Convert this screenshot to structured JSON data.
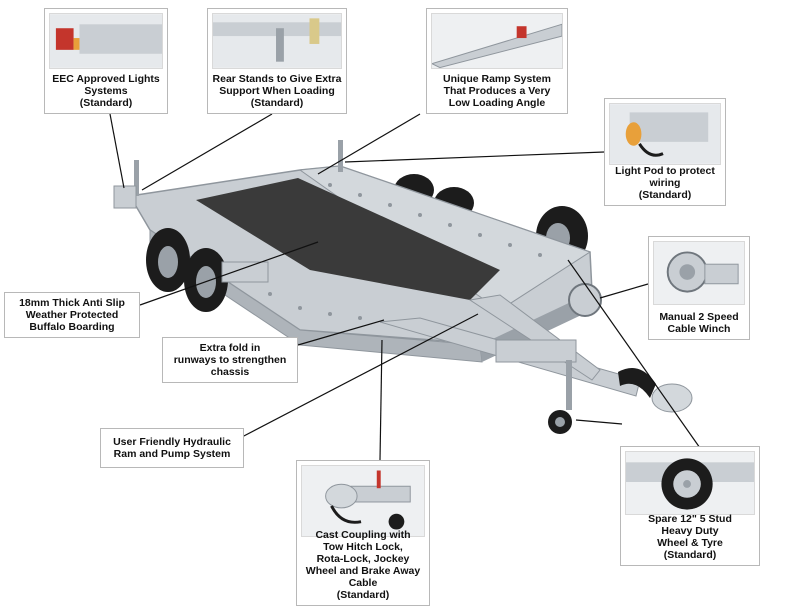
{
  "callouts": {
    "lights": "EEC Approved Lights\nSystems\n(Standard)",
    "rear_stands": "Rear Stands to Give Extra\nSupport When Loading\n(Standard)",
    "ramp": "Unique Ramp System\nThat Produces a Very\nLow Loading Angle",
    "light_pod": "Light Pod to protect\nwiring\n(Standard)",
    "winch": "Manual 2 Speed\nCable Winch",
    "boarding": "18mm Thick Anti Slip\nWeather Protected\nBuffalo Boarding",
    "fold": "Extra fold in\nrunways to strengthen\nchassis",
    "hydraulic": "User Friendly Hydraulic\nRam and Pump System",
    "coupling": "Cast Coupling with\nTow Hitch Lock,\nRota-Lock, Jockey\nWheel and Brake Away\nCable\n(Standard)",
    "spare": "Spare 12\" 5 Stud\nHeavy Duty\nWheel & Tyre\n(Standard)"
  },
  "colors": {
    "galvanized": "#c9ced3",
    "galvanized_dark": "#9aa1a8",
    "deck": "#3a3a3a",
    "tyre": "#1c1c1c",
    "lamp_amber": "#e8a03a",
    "lamp_red": "#c4352c",
    "leader_line": "#111111"
  }
}
